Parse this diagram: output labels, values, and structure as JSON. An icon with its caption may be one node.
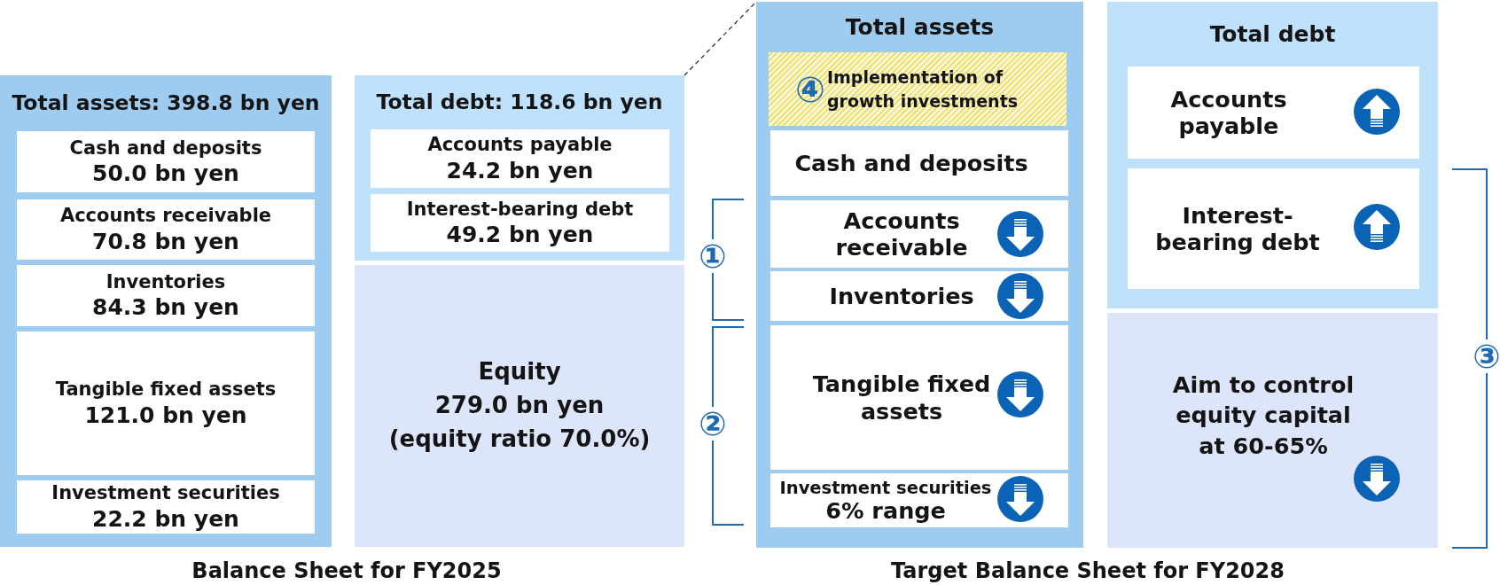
{
  "diagram": {
    "nodes": [
      {
        "text": [
          "Total assets: 398.8 bn yen"
        ]
      },
      {
        "text": [
          "Cash and deposits",
          "50.0 bn yen"
        ],
        "in": 0
      },
      {
        "text": [
          "Accounts receivable",
          "70.8 bn yen"
        ],
        "in": 0
      },
      {
        "text": [
          "Inventories",
          "84.3 bn yen"
        ],
        "in": 0
      },
      {
        "text": [
          "Tangible fixed assets",
          "121.0 bn yen"
        ],
        "in": 0
      },
      {
        "text": [
          "Investment securities",
          "22.2 bn yen"
        ],
        "in": 0
      },
      {
        "text": [
          "Total debt: 118.6 bn yen"
        ]
      },
      {
        "text": [
          "Accounts payable",
          "24.2 bn yen"
        ],
        "in": 6
      },
      {
        "text": [
          "Interest-bearing debt",
          "49.2 bn yen"
        ],
        "in": 6
      },
      {
        "text": [
          "Equity",
          "279.0 bn yen",
          "(equity ratio 70.0%)"
        ]
      },
      {
        "text": [
          "Total assets"
        ]
      },
      {
        "text": [
          "④",
          "Implementation of growth investments"
        ],
        "in": 10
      },
      {
        "text": [
          "Cash and deposits"
        ],
        "in": 10
      },
      {
        "text": [
          "Accounts receivable"
        ],
        "in": 10
      },
      {
        "text": [
          "Inventories"
        ],
        "in": 10
      },
      {
        "text": [
          "Tangible fixed assets"
        ],
        "in": 10
      },
      {
        "text": [
          "Investment securities",
          "6% range"
        ],
        "in": 10
      },
      {
        "text": [
          "Total debt"
        ]
      },
      {
        "text": [
          "Accounts payable"
        ],
        "in": 17
      },
      {
        "text": [
          "Interest-bearing debt"
        ],
        "in": 17
      },
      {
        "text": [
          "Aim to control equity capital at 60-65%"
        ]
      }
    ],
    "edges": [
      {
        "from": 6,
        "to": 10,
        "arrow": "none",
        "style": "dashed"
      }
    ],
    "labels": [
      "①",
      "②",
      "③",
      "Balance Sheet for FY2025",
      "Target Balance Sheet for FY2028"
    ]
  }
}
